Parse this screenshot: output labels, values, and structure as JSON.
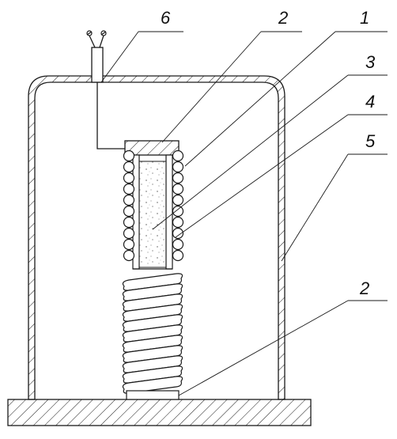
{
  "figure": {
    "labels": {
      "heater_wires": "6",
      "plug_top": "2",
      "coil": "1",
      "sample": "3",
      "ampoule": "4",
      "bell_jar": "5",
      "plug_bottom": "2"
    }
  }
}
